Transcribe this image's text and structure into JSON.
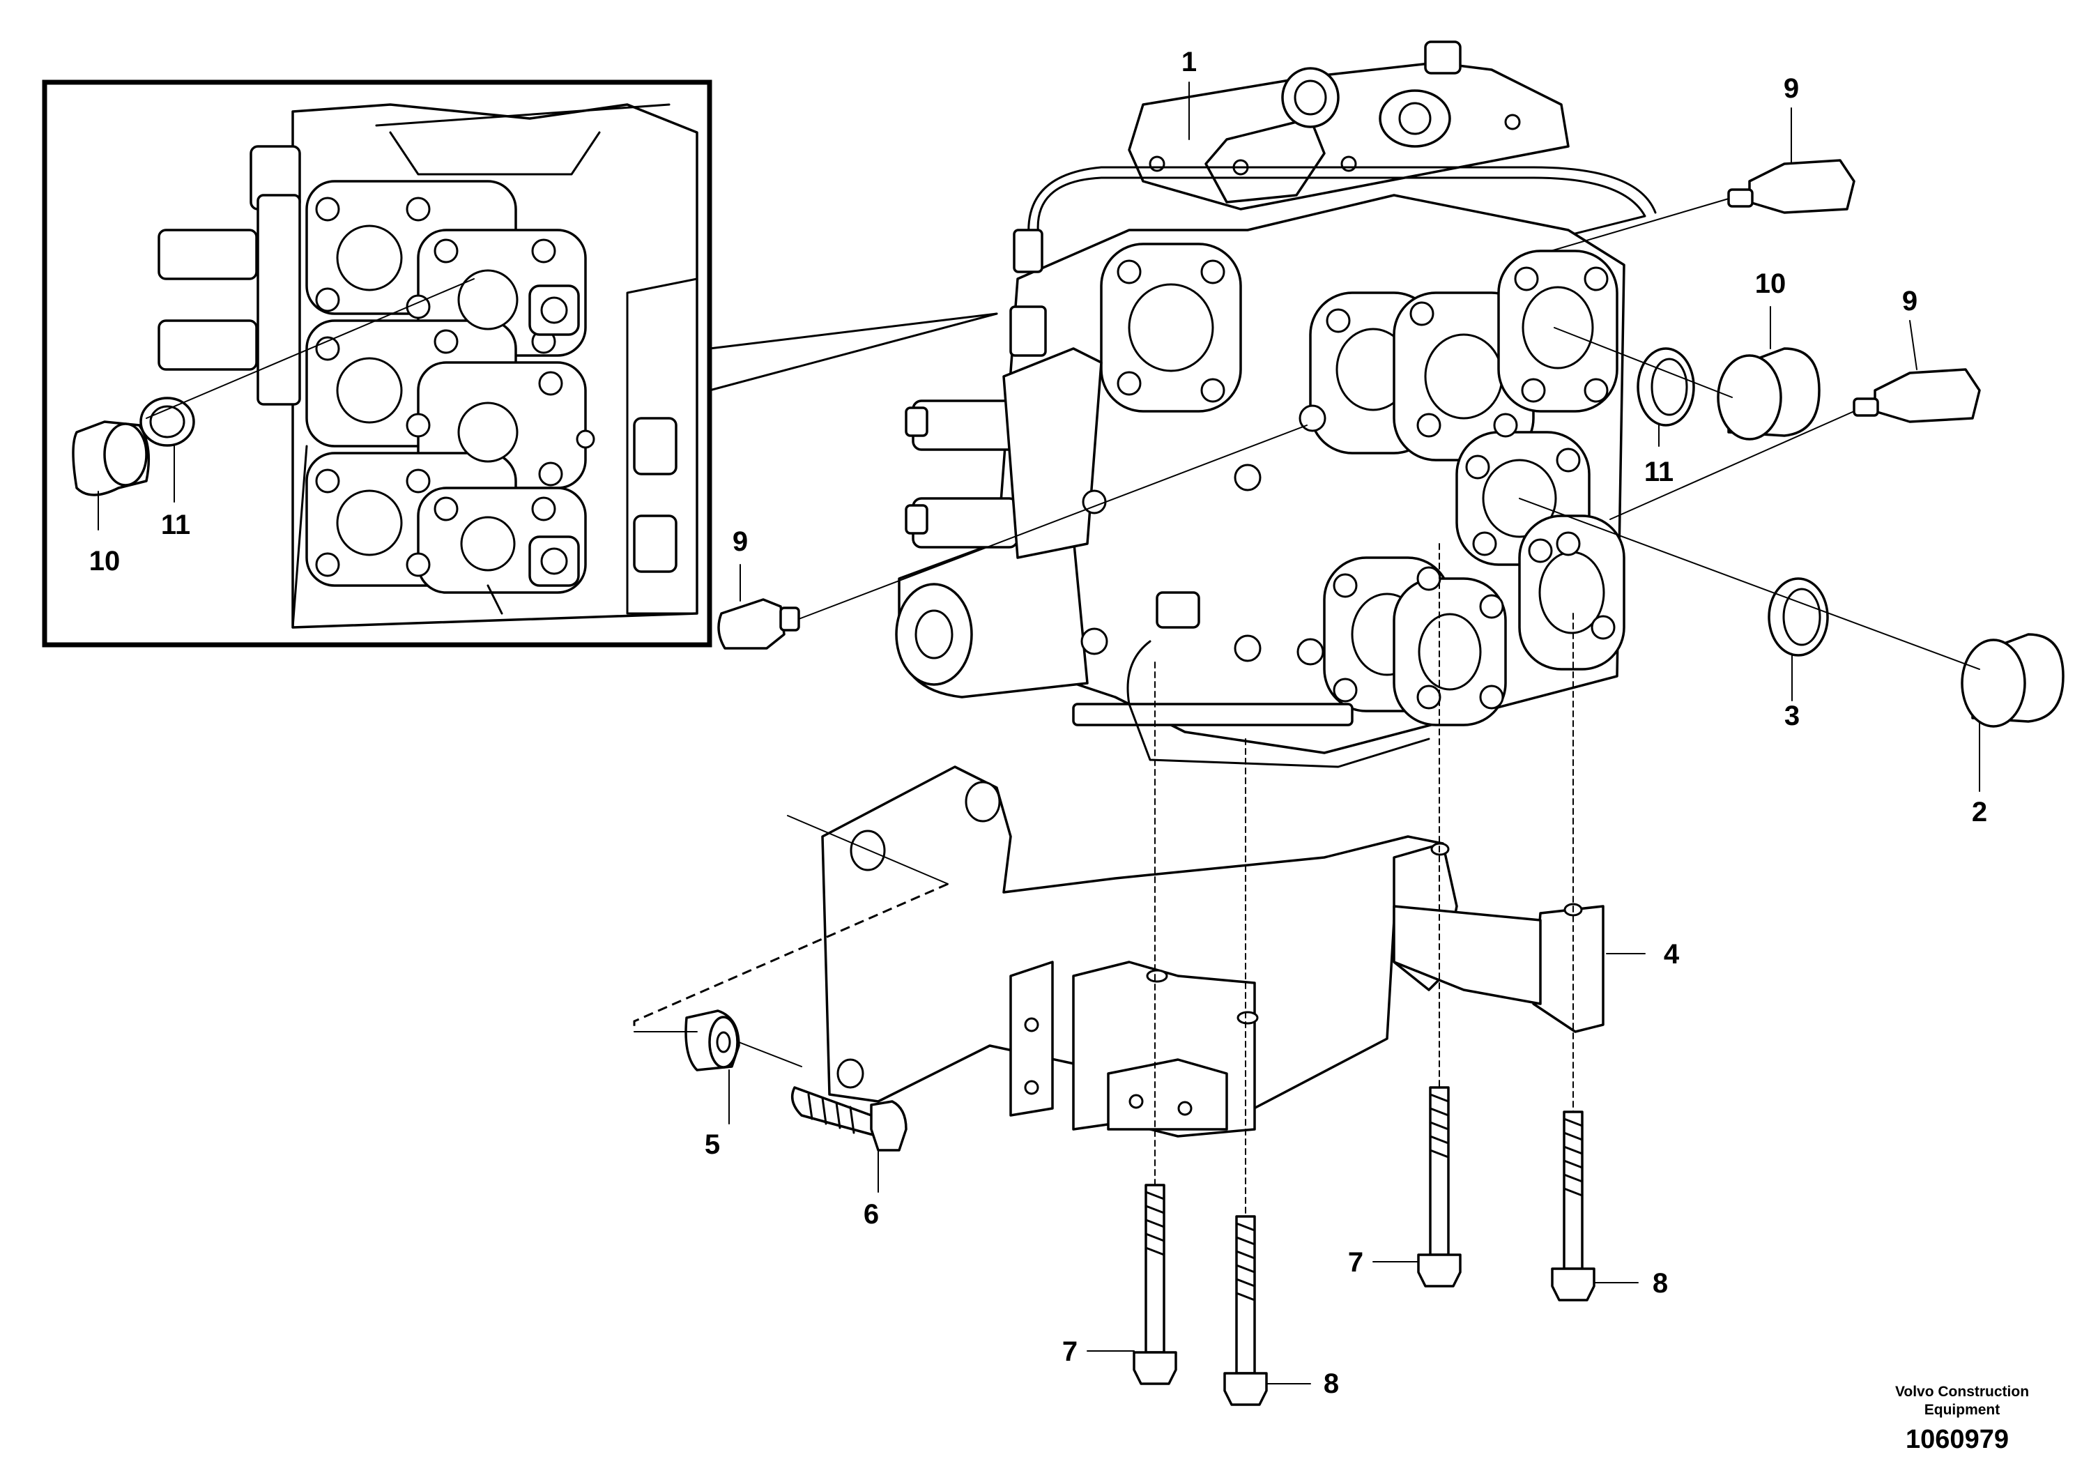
{
  "callouts": [
    {
      "id": "1",
      "label": "1"
    },
    {
      "id": "2",
      "label": "2"
    },
    {
      "id": "3",
      "label": "3"
    },
    {
      "id": "4",
      "label": "4"
    },
    {
      "id": "5",
      "label": "5"
    },
    {
      "id": "6",
      "label": "6"
    },
    {
      "id": "7a",
      "label": "7"
    },
    {
      "id": "7b",
      "label": "7"
    },
    {
      "id": "8a",
      "label": "8"
    },
    {
      "id": "8b",
      "label": "8"
    },
    {
      "id": "9a",
      "label": "9"
    },
    {
      "id": "9b",
      "label": "9"
    },
    {
      "id": "9c",
      "label": "9"
    },
    {
      "id": "10a",
      "label": "10"
    },
    {
      "id": "10b",
      "label": "10"
    },
    {
      "id": "11a",
      "label": "11"
    },
    {
      "id": "11b",
      "label": "11"
    }
  ],
  "footer": {
    "brand_line1": "Volvo Construction",
    "brand_line2": "Equipment",
    "document_number": "1060979"
  }
}
